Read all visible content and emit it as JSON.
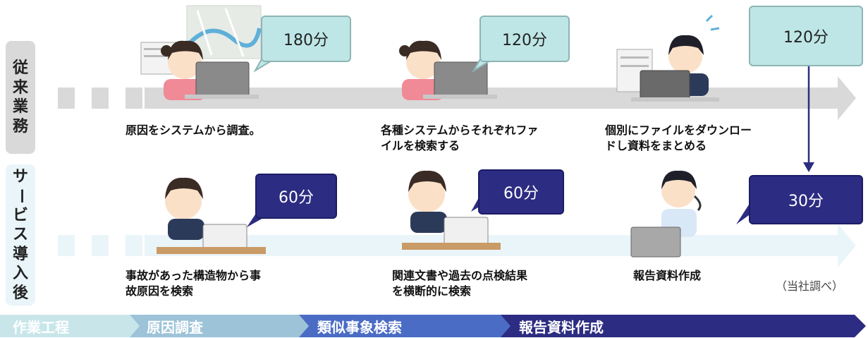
{
  "rows": {
    "old_label": "従来業務",
    "new_label": "サービス導入後"
  },
  "old": {
    "bubbles": [
      "180分",
      "120分",
      "120分"
    ],
    "captions": [
      [
        "原因をシステムから調査。"
      ],
      [
        "各種システムからそれぞれファ",
        "イルを検索する"
      ],
      [
        "個別にファイルをダウンロー",
        "ドし資料をまとめる"
      ]
    ]
  },
  "new": {
    "bubbles": [
      "60分",
      "60分",
      "30分"
    ],
    "captions": [
      [
        "事故があった構造物から事",
        "故原因を検索"
      ],
      [
        "関連文書や過去の点検結果",
        "を横断的に検索"
      ],
      [
        "報告資料作成"
      ]
    ]
  },
  "note": "（当社調べ）",
  "process": [
    "作業工程",
    "原因調査",
    "類似事象検索",
    "報告資料作成"
  ],
  "colors": {
    "old_bubble": "#bfe6e6",
    "new_bubble": "#2c2c82",
    "process": [
      "#c8e6ea",
      "#9cc3d8",
      "#4a6cc4",
      "#2c2c82"
    ]
  }
}
